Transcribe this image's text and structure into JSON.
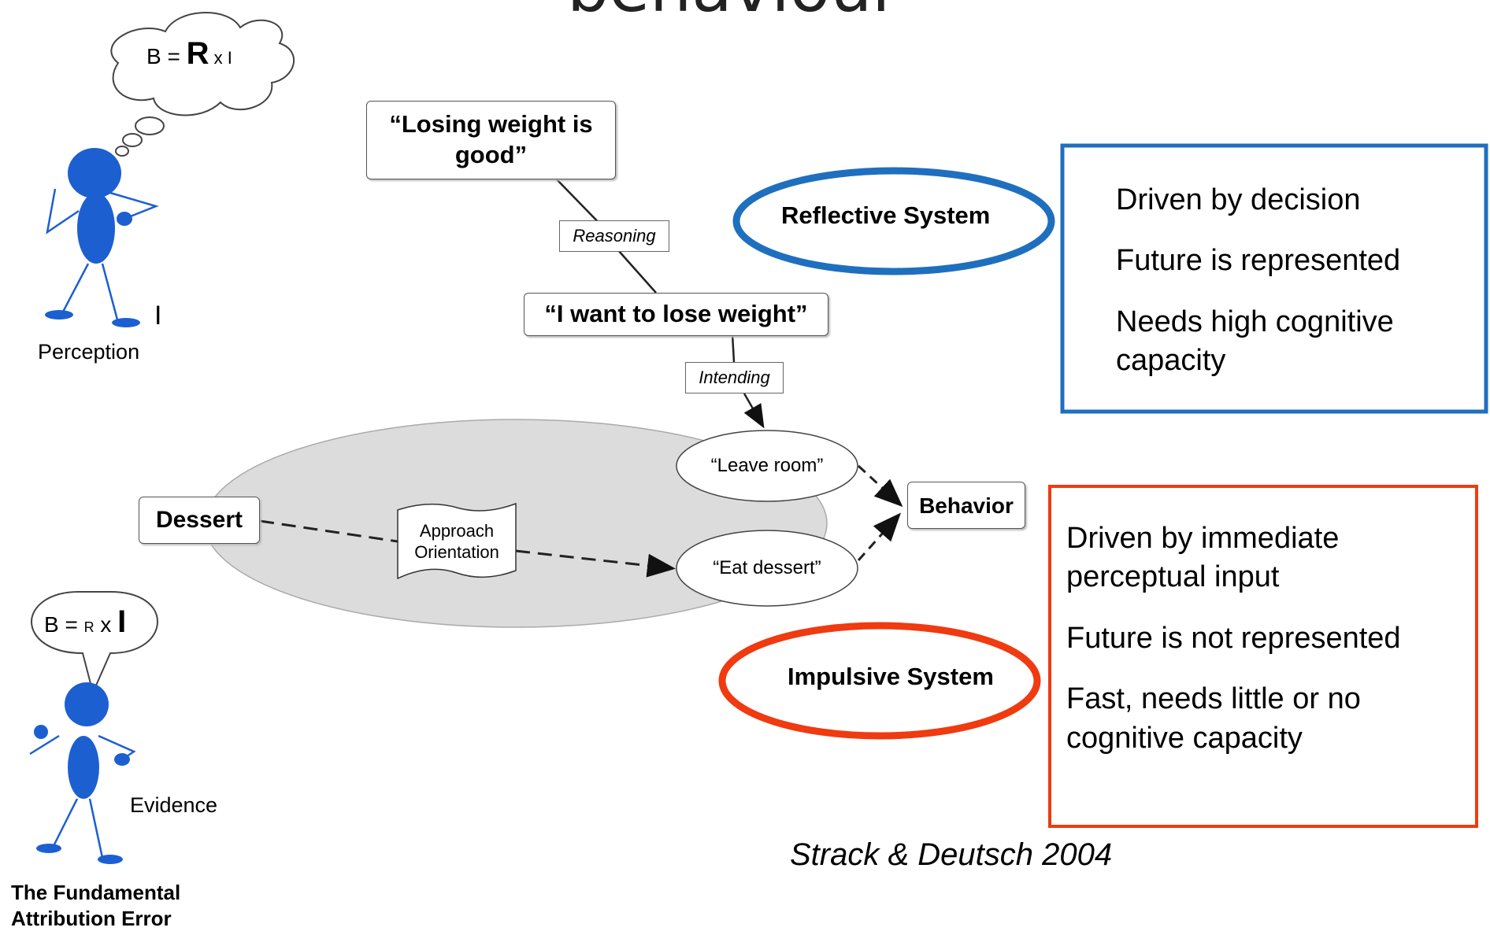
{
  "header": {
    "title_partial": "behaviour"
  },
  "figures": {
    "top_thought": {
      "formula_prefix": "B = ",
      "formula_big": "R",
      "formula_suffix": " x I",
      "caption": "Perception",
      "cursor": "I"
    },
    "bottom_speech": {
      "formula_prefix": "B = ",
      "formula_small": "R",
      "formula_mid": " x ",
      "formula_big": "I",
      "caption": "Evidence"
    },
    "footer_caption": {
      "line1": "The Fundamental",
      "line2": "Attribution Error"
    }
  },
  "diagram": {
    "belief": {
      "line1": "“Losing weight is",
      "line2": "good”"
    },
    "reasoning_label": "Reasoning",
    "intention": "“I want to lose weight”",
    "intending_label": "Intending",
    "leave_room": "“Leave room”",
    "eat_dessert": "“Eat dessert”",
    "behavior": "Behavior",
    "dessert": "Dessert",
    "approach": {
      "line1": "Approach",
      "line2": "Orientation"
    }
  },
  "reflective": {
    "label": "Reflective System",
    "color": "#1f6fbf",
    "points": [
      "Driven by decision",
      "Future is represented",
      "Needs high cognitive capacity"
    ]
  },
  "impulsive": {
    "label": "Impulsive System",
    "color": "#f03a10",
    "points": [
      "Driven by immediate perceptual input",
      "Future is not represented",
      "Fast, needs little or no cognitive capacity"
    ]
  },
  "citation": "Strack & Deutsch 2004"
}
